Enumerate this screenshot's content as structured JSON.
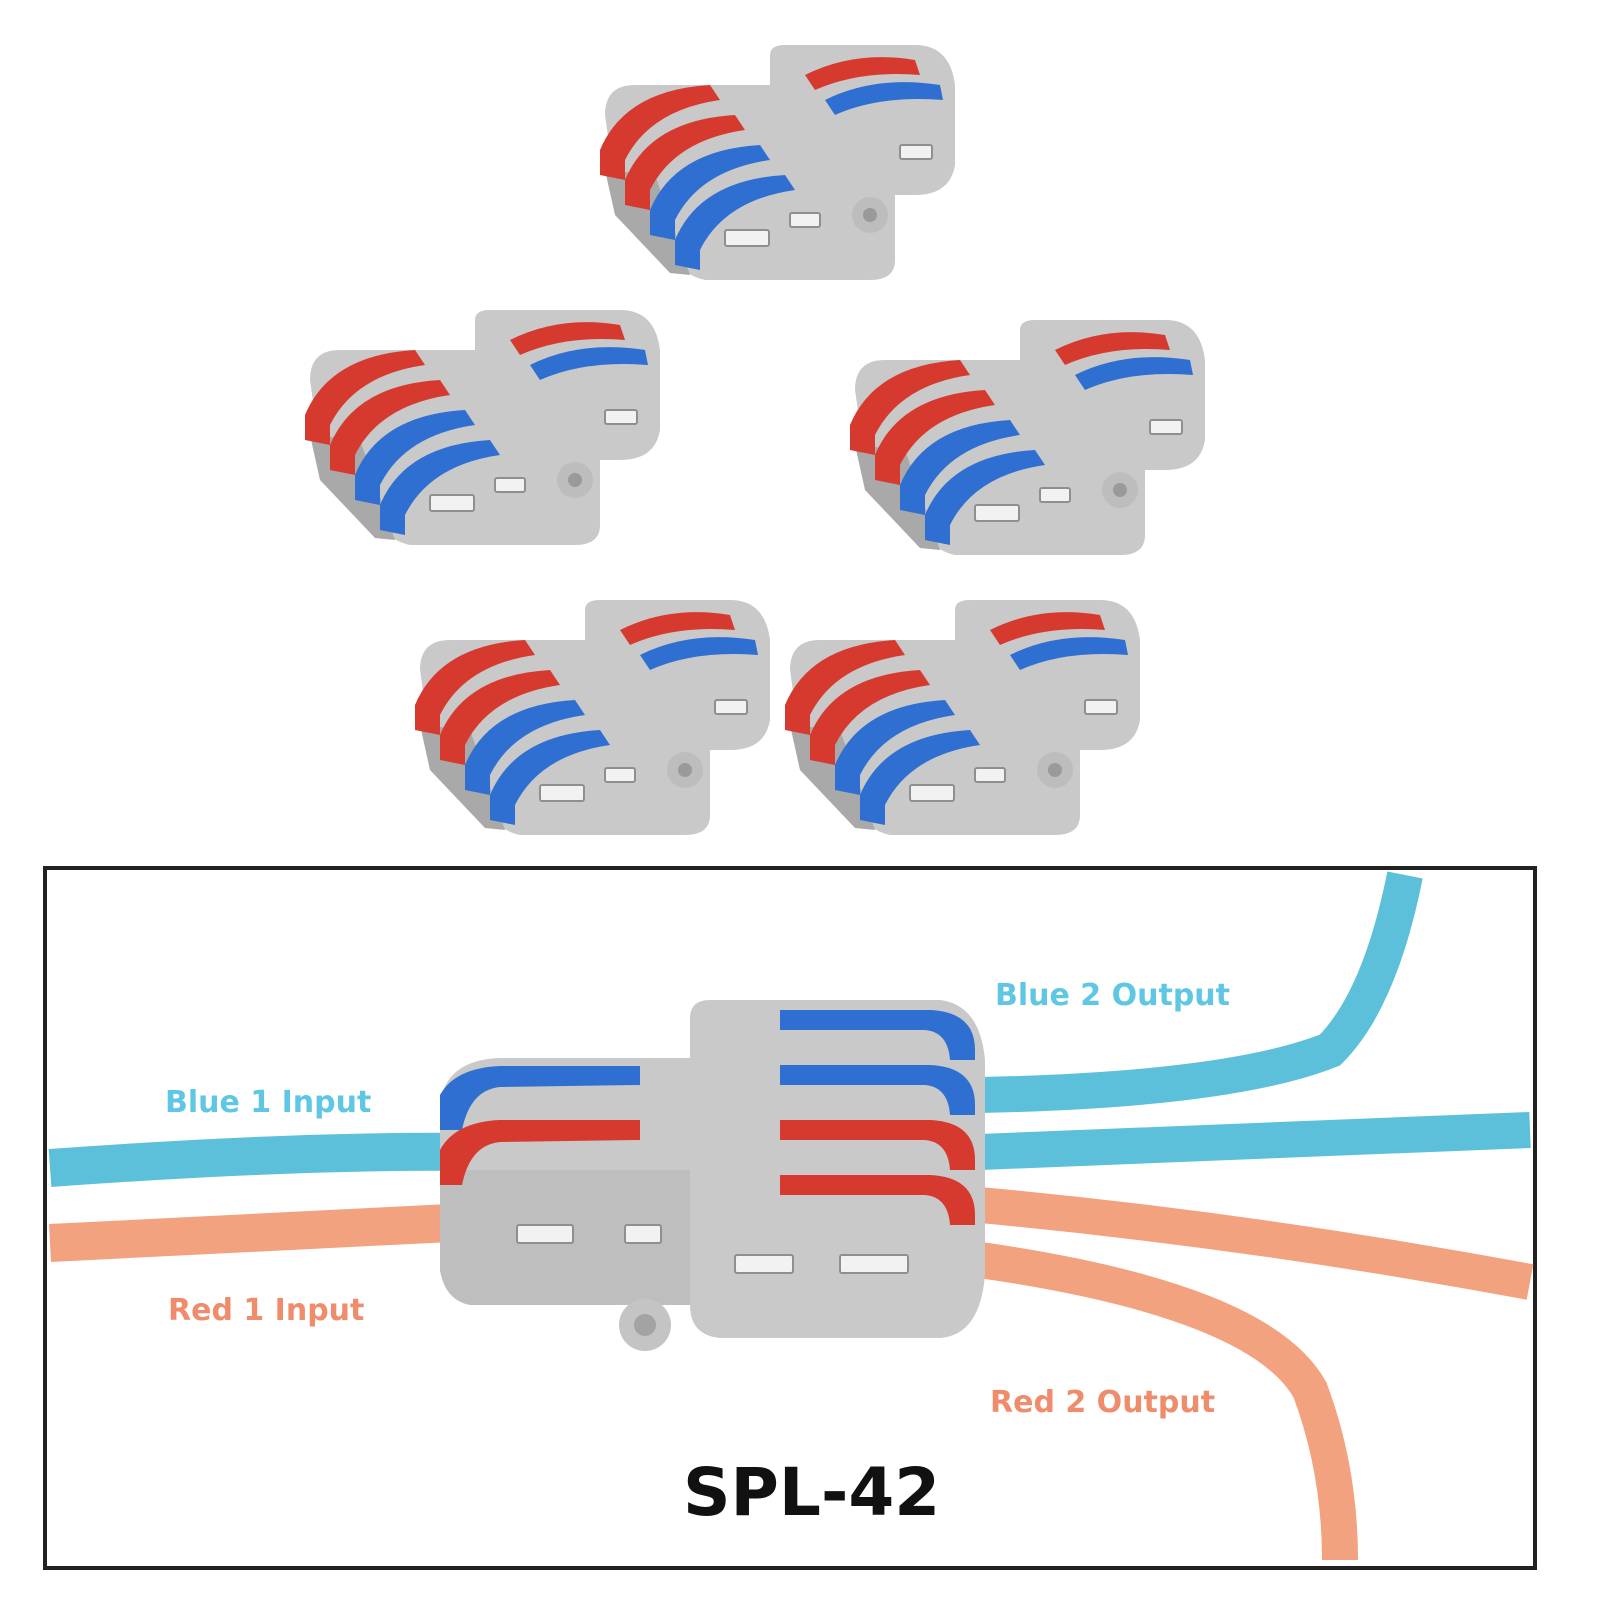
{
  "colors": {
    "connector_body": "#c9c9c9",
    "connector_shadow": "#a9a9a9",
    "lever_red": "#d63a2f",
    "lever_blue": "#2f6fd1",
    "wire_blue": "#5cc0da",
    "wire_red": "#f2a27f",
    "label_blue": "#5fc7e3",
    "label_red": "#ee8c6c",
    "model_text": "#111111",
    "frame": "#222222"
  },
  "icons": {
    "connector": "lever-wire-connector-icon"
  },
  "diagram": {
    "labels": {
      "blue_input": "Blue 1 Input",
      "red_input": "Red 1 Input",
      "blue_output": "Blue 2 Output",
      "red_output": "Red 2 Output"
    },
    "model_name": "SPL-42"
  }
}
